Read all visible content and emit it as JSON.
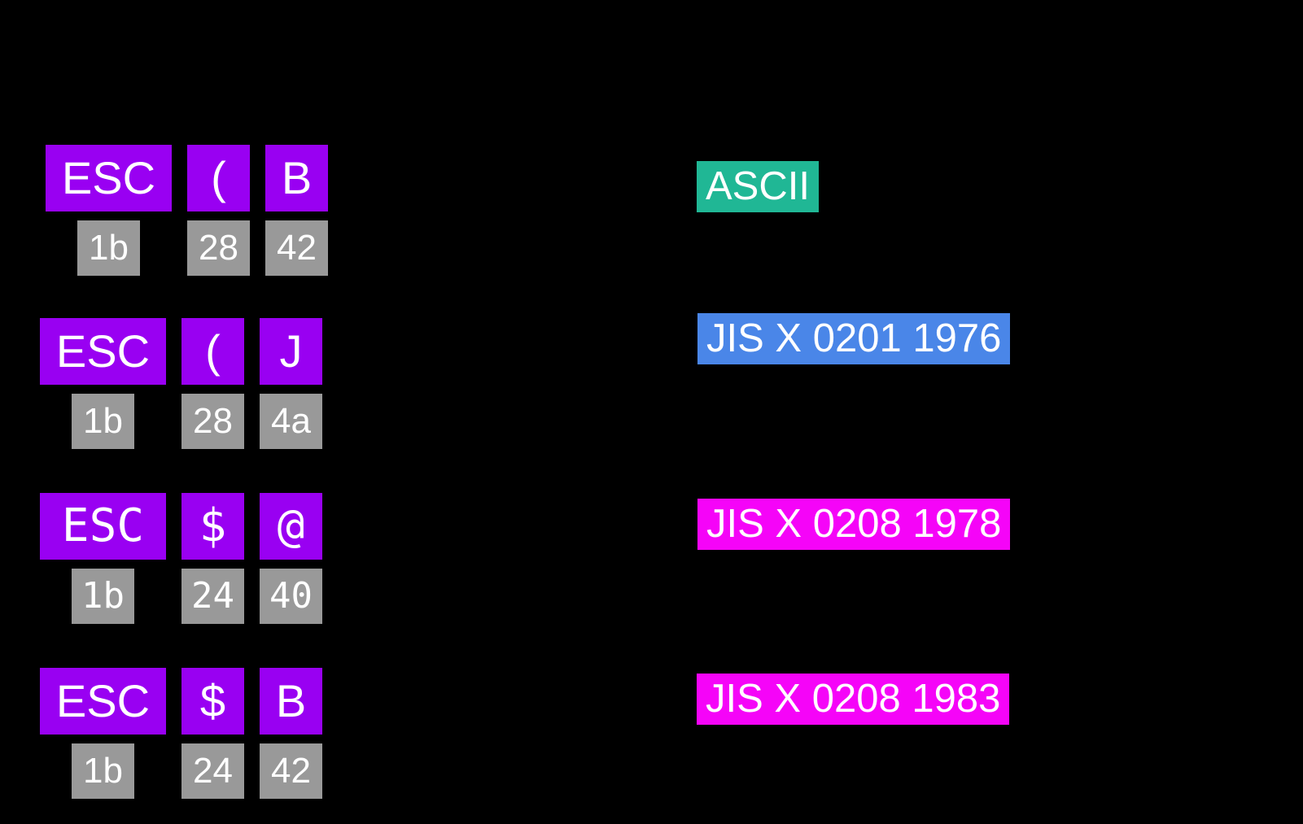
{
  "diagram": {
    "background": "#000000",
    "colors": {
      "escape_key_bg": "#9900f2",
      "hex_byte_bg": "#999999",
      "text": "#ffffff",
      "ascii_label_bg": "#20b795",
      "jis0201_label_bg": "#4a86e8",
      "jis0208_label_bg": "#f504f8"
    },
    "sequences": [
      {
        "keys": [
          {
            "char": "ESC",
            "hex": "1b"
          },
          {
            "char": "(",
            "hex": "28"
          },
          {
            "char": "B",
            "hex": "42"
          }
        ],
        "label": {
          "text": "ASCII",
          "background": "#20b795"
        }
      },
      {
        "keys": [
          {
            "char": "ESC",
            "hex": "1b"
          },
          {
            "char": "(",
            "hex": "28"
          },
          {
            "char": "J",
            "hex": "4a"
          }
        ],
        "label": {
          "text": "JIS X 0201 1976",
          "background": "#4a86e8"
        }
      },
      {
        "keys": [
          {
            "char": "ESC",
            "hex": "1b"
          },
          {
            "char": "$",
            "hex": "24"
          },
          {
            "char": "@",
            "hex": "40"
          }
        ],
        "label": {
          "text": "JIS X 0208 1978",
          "background": "#f504f8"
        }
      },
      {
        "keys": [
          {
            "char": "ESC",
            "hex": "1b"
          },
          {
            "char": "$",
            "hex": "24"
          },
          {
            "char": "B",
            "hex": "42"
          }
        ],
        "label": {
          "text": "JIS X 0208 1983",
          "background": "#f504f8"
        }
      }
    ]
  }
}
